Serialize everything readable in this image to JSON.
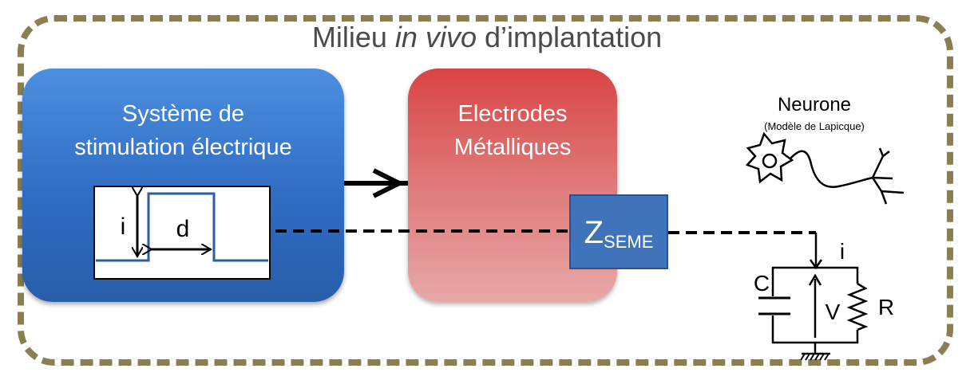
{
  "title": {
    "before": "Milieu ",
    "italic": "in vivo",
    "after": " d’implantation"
  },
  "stim_box": {
    "line1": "Système de",
    "line2": "stimulation électrique"
  },
  "pulse": {
    "amp_label": "i",
    "dur_label": "d"
  },
  "electrode_box": {
    "line1": "Electrodes",
    "line2": "Métalliques"
  },
  "impedance": {
    "main": "Z",
    "sub": "SEME"
  },
  "neuron": {
    "title": "Neurone",
    "subtitle": "(Modèle de Lapicque)"
  },
  "circuit": {
    "current": "i",
    "cap": "C",
    "volt": "V",
    "res": "R"
  },
  "colors": {
    "frame": "#8a7f50",
    "stim": "#2f6cc3",
    "electrode": "#d94444",
    "impedance": "#3f73ba"
  }
}
